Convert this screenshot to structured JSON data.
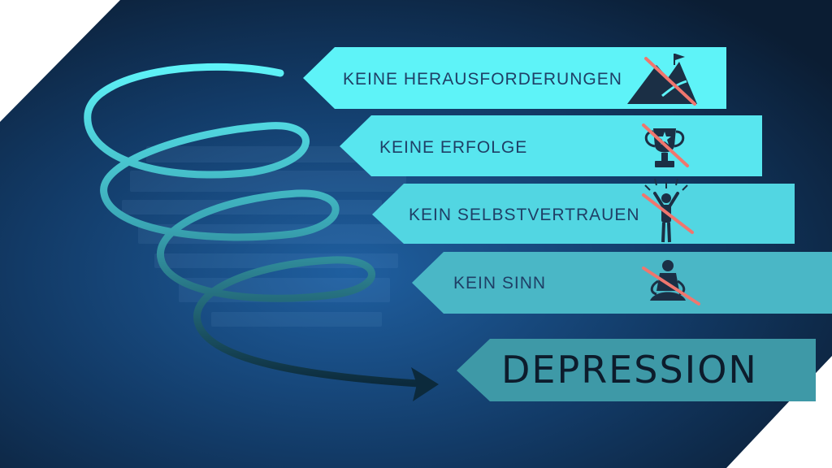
{
  "diagram": {
    "steps": [
      {
        "label": "KEINE HERAUSFORDERUNGEN",
        "icon": "mountain-flag-icon",
        "crossed": true
      },
      {
        "label": "KEINE ERFOLGE",
        "icon": "trophy-icon",
        "crossed": true
      },
      {
        "label": "KEIN SELBSTVERTRAUEN",
        "icon": "cheering-person-icon",
        "crossed": true
      },
      {
        "label": "KEIN SINN",
        "icon": "meditating-person-icon",
        "crossed": true
      }
    ],
    "result": {
      "label": "DEPRESSION"
    },
    "colors": {
      "banner_1": "#5ef3f8",
      "banner_2": "#58e6ef",
      "banner_3": "#52d6e2",
      "banner_4": "#4ab7c6",
      "banner_5": "#3e99a7",
      "icon": "#1b2f45",
      "cross": "#f0766e",
      "background_dark": "#0b1d33",
      "background_glow": "#1f5fa0"
    }
  }
}
